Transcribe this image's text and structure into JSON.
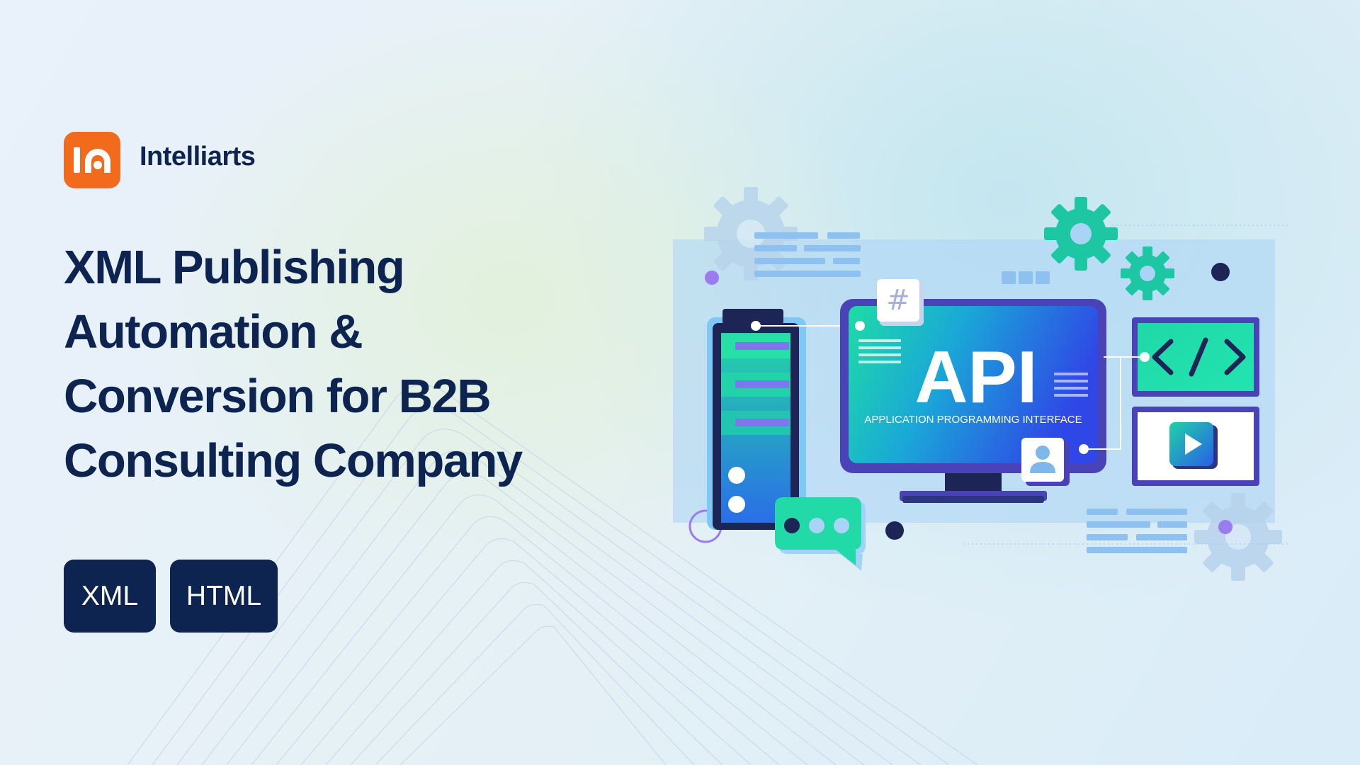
{
  "brand": {
    "name": "Intelliarts",
    "logo_mark": "ia"
  },
  "headline": {
    "lines": [
      "XML Publishing",
      "Automation &",
      "Conversion for B2B",
      "Consulting Company"
    ]
  },
  "tags": [
    "XML",
    "HTML"
  ],
  "illustration": {
    "monitor_title": "API",
    "monitor_subtitle": "APPLICATION PROGRAMMING INTERFACE",
    "hash_symbol": "#",
    "code_symbol": "</>"
  },
  "colors": {
    "brand_orange": "#f26a1b",
    "navy": "#0d2450",
    "teal": "#1ed3a6",
    "blue": "#2f56e8",
    "purple_border": "#4a43b8"
  }
}
